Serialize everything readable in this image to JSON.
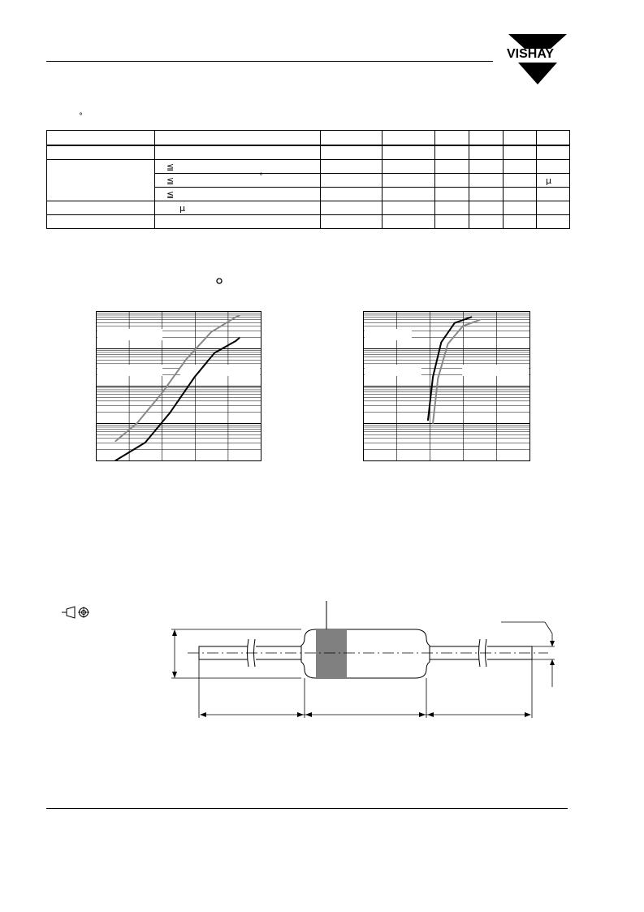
{
  "header": {
    "logo_text": "VISHAY",
    "logo_color": "#000000"
  },
  "symbols": {
    "degree": "°",
    "le": "≦",
    "mu": "μ"
  },
  "chart_data": [
    {
      "type": "line",
      "series": [
        {
          "color": "#888888",
          "x": [
            0.12,
            0.25,
            0.4,
            0.55,
            0.7,
            0.85,
            0.87
          ],
          "y": [
            0.13,
            0.25,
            0.45,
            0.68,
            0.86,
            0.96,
            0.97
          ]
        },
        {
          "color": "#000000",
          "x": [
            0.12,
            0.3,
            0.45,
            0.6,
            0.72,
            0.85,
            0.87
          ],
          "y": [
            0.0,
            0.12,
            0.32,
            0.56,
            0.72,
            0.8,
            0.82
          ]
        }
      ],
      "xlim": [
        0,
        1
      ],
      "ylim": [
        0,
        1
      ]
    },
    {
      "type": "line",
      "series": [
        {
          "color": "#000000",
          "x": [
            0.39,
            0.42,
            0.47,
            0.55,
            0.65
          ],
          "y": [
            0.27,
            0.56,
            0.79,
            0.92,
            0.96
          ]
        },
        {
          "color": "#888888",
          "x": [
            0.42,
            0.45,
            0.51,
            0.6,
            0.7
          ],
          "y": [
            0.25,
            0.55,
            0.78,
            0.9,
            0.94
          ]
        }
      ],
      "xlim": [
        0,
        1
      ],
      "ylim": [
        0,
        1
      ]
    }
  ]
}
